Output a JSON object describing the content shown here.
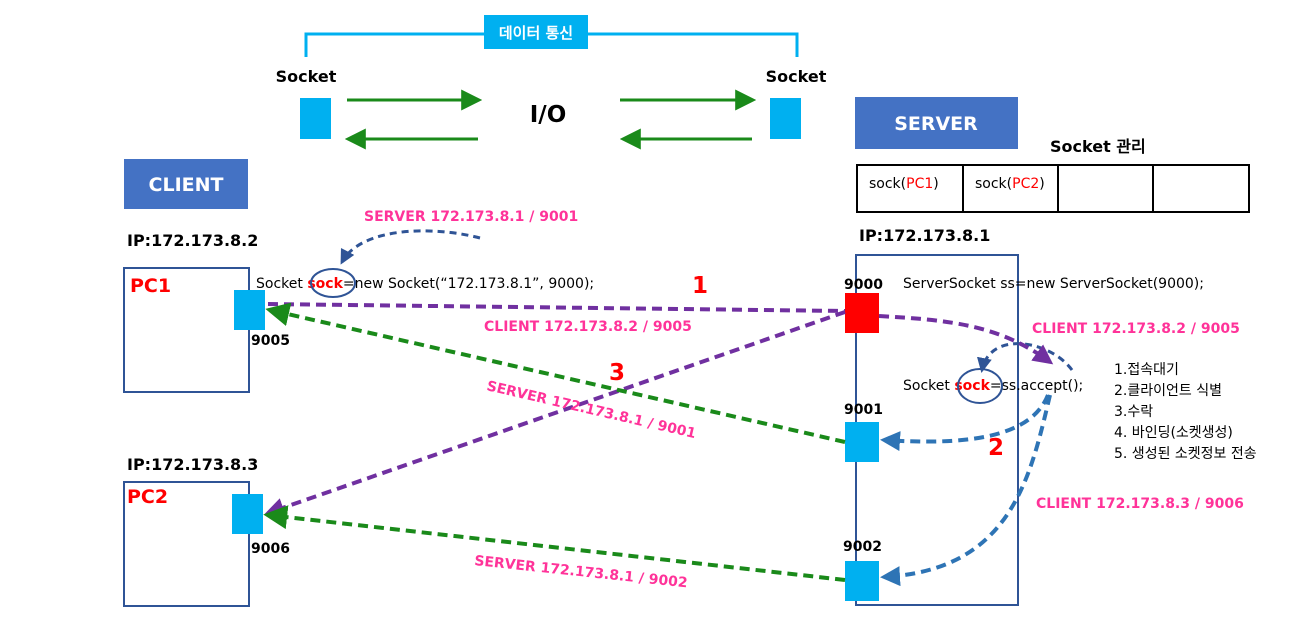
{
  "top": {
    "banner": "데이터 통신",
    "left_socket": "Socket",
    "right_socket": "Socket",
    "io": "I/O"
  },
  "client": {
    "header": "CLIENT",
    "pc1": {
      "ip": "IP:172.173.8.2",
      "name": "PC1",
      "port": "9005"
    },
    "pc2": {
      "ip": "IP:172.173.8.3",
      "name": "PC2",
      "port": "9006"
    },
    "code_prefix": "Socket ",
    "code_var": "sock",
    "code_suffix": "=new Socket(“172.173.8.1”, 9000);"
  },
  "server": {
    "header": "SERVER",
    "socket_mgmt_title": "Socket 관리",
    "table": [
      {
        "prefix": "sock(",
        "pc": "PC1",
        "suffix": ")"
      },
      {
        "prefix": "sock(",
        "pc": "PC2",
        "suffix": ")"
      },
      {
        "prefix": "",
        "pc": "",
        "suffix": ""
      },
      {
        "prefix": "",
        "pc": "",
        "suffix": ""
      }
    ],
    "ip": "IP:172.173.8.1",
    "ports": [
      "9000",
      "9001",
      "9002"
    ],
    "server_socket_code": "ServerSocket ss=new ServerSocket(9000);",
    "accept_prefix": "Socket ",
    "accept_var": "sock",
    "accept_suffix": "=ss.accept();"
  },
  "steps": [
    "1.접속대기",
    "2.클라이언트 식별",
    "3.수락",
    "4. 바인딩(소켓생성)",
    "5. 생성된 소켓정보 전송"
  ],
  "labels": {
    "server_9001_top": "SERVER 172.173.8.1 / 9001",
    "client_pc1_mid": "CLIENT 172.173.8.2 / 9005",
    "client_pc1_right": "CLIENT 172.173.8.2 / 9005",
    "server_9001_diag": "SERVER 172.173.8.1 / 9001",
    "client_pc2_right": "CLIENT 172.173.8.3 / 9006",
    "server_9002": "SERVER 172.173.8.1 / 9002"
  },
  "numbers": [
    "1",
    "2",
    "3"
  ],
  "colors": {
    "accent_blue": "#00b0f0",
    "header_blue": "#4472c4",
    "pink": "#ff3399",
    "red": "#ff0000",
    "green": "#1a8a1a",
    "purple": "#7030a0",
    "dash_blue": "#2e74b5",
    "navy_box": "#2f5496"
  }
}
